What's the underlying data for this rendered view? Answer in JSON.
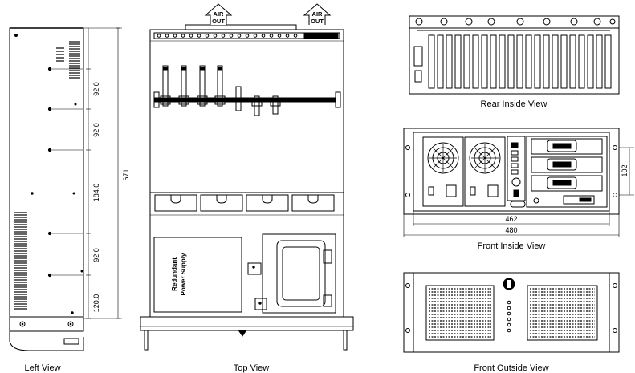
{
  "views": {
    "left": "Left View",
    "top": "Top View",
    "rear_inside": "Rear Inside View",
    "front_inside": "Front Inside View",
    "front_outside": "Front Outside View"
  },
  "air_outlets": [
    {
      "line1": "AIR",
      "line2": "OUT"
    },
    {
      "line1": "AIR",
      "line2": "OUT"
    }
  ],
  "power_supply_label": {
    "line1": "Redundant",
    "line2": "Power Supply"
  },
  "left_view_dimensions": [
    "92.0",
    "92.0",
    "184.0",
    "92.0",
    "120.0"
  ],
  "left_view_total": "671",
  "front_inside_dimensions": {
    "inner_width": "462",
    "outer_width": "480",
    "height": "102"
  }
}
